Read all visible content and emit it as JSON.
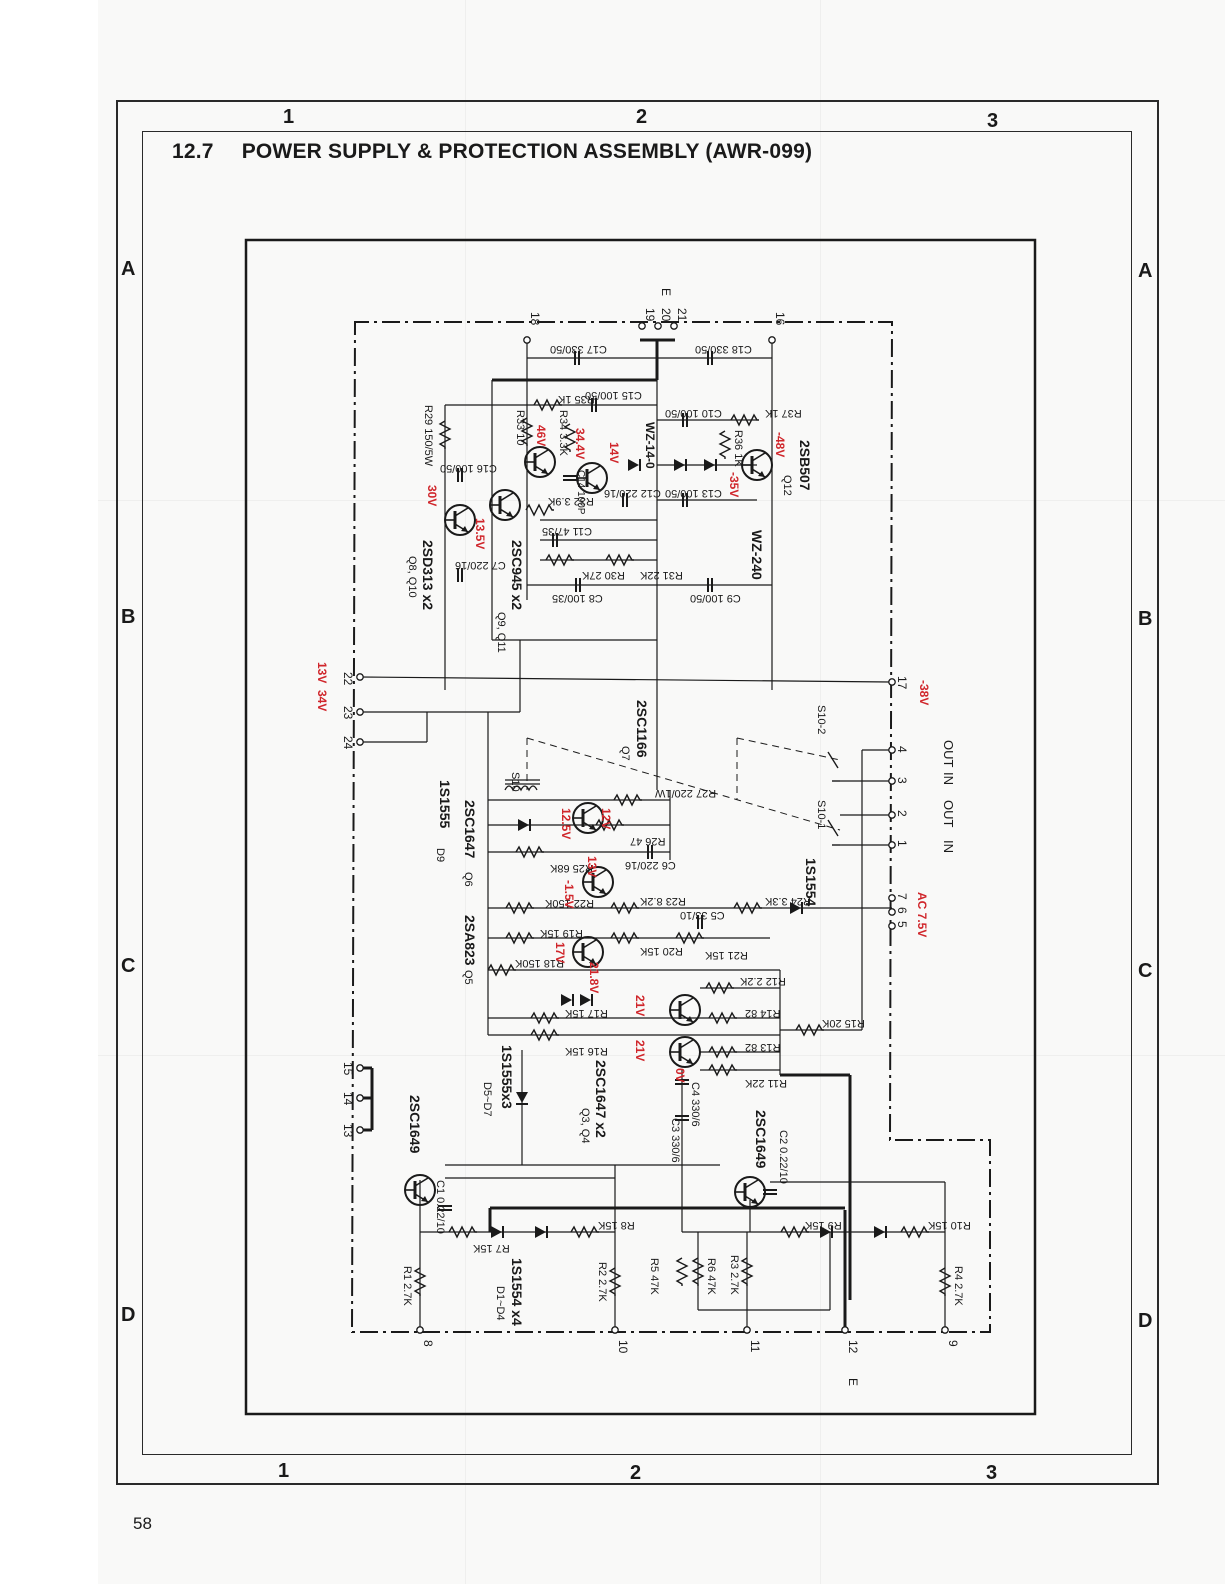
{
  "title": {
    "number": "12.7",
    "text": "POWER SUPPLY & PROTECTION ASSEMBLY (AWR-099)"
  },
  "page_number": "58",
  "grid": {
    "columns": [
      "1",
      "2",
      "3"
    ],
    "rows": [
      "A",
      "B",
      "C",
      "D"
    ]
  },
  "colors": {
    "ink": "#1a1a1a",
    "voltage": "#d0262b"
  },
  "labels": {
    "part_groups": {
      "q8_q10": "Q8, Q10",
      "q8_q10_type": "2SD313 x2",
      "q9_q11": "Q9, Q11",
      "q9_q11_type": "2SC945 x2",
      "q12": "Q12",
      "q12_type": "2SB507",
      "d9": "D9",
      "d9_type": "1S1555",
      "q6": "Q6",
      "q6_type": "2SC1647",
      "q7": "Q7",
      "q7_type": "2SC1166",
      "q5": "Q5",
      "q5_type": "2SA823",
      "d5_d7": "D5~D7",
      "d5_d7_type": "1S1555x3",
      "q3_q4": "Q3, Q4",
      "q3_q4_type": "2SC1647 x2",
      "q1_type": "2SC1649",
      "q2_type": "2SC1649",
      "d1_d4": "D1~D4",
      "d1_d4_type": "1S1554 x4",
      "d8_type": "1S1554",
      "d11_type": "WZ-240",
      "d10_d12_type": "WZ-14-0"
    },
    "components": {
      "c17": "C17 330/50",
      "c18": "C18 330/50",
      "c15": "C15 100/50",
      "c16": "C16 100/50",
      "c10": "C10 100/50",
      "c13": "C13 100/50",
      "c7": "C7 220/16",
      "c8": "C8 100/35",
      "c9": "C9 100/50",
      "c11": "C11 47/35",
      "c12": "C12 220/16",
      "c14": "C14 100P",
      "c6": "C6 220/16",
      "c5": "C5 33/10",
      "c4": "C4 330/6",
      "c3": "C3 330/6",
      "c1": "C1 0.22/10",
      "c2": "C2 0.22/10",
      "r29": "R29 150/5W",
      "r35": "R35 1K",
      "r33": "R33 10",
      "r34": "R34 3.3K",
      "r32": "R32 3.9K",
      "r30": "R30 27K",
      "r31": "R31 22K",
      "r37": "R37 1K",
      "r36": "R36 1K",
      "r27": "R27 220/1W",
      "r26": "R26 47",
      "r25": "R25 68K",
      "r22": "R22 150K",
      "r23": "R23 8.2K",
      "r24": "R24 3.3K",
      "r19": "R19 15K",
      "r20": "R20 15K",
      "r21": "R21 15K",
      "r18": "R18 150K",
      "r17": "R17 15K",
      "r16": "R16 15K",
      "r12": "R12 2.2K",
      "r14": "R14 82",
      "r13": "R13 82",
      "r15": "R15 20K",
      "r11": "R11 22K",
      "r1": "R1 2.7K",
      "r7": "R7 15K",
      "r8": "R8 15K",
      "r2": "R2 2.7K",
      "r5": "R5 47K",
      "r6": "R6 47K",
      "r3": "R3 2.7K",
      "r9": "R9 15K",
      "r10": "R10 15K",
      "r4": "R4 2.7K",
      "s10": "S10",
      "s10_1": "S10-1",
      "s10_2": "S10-2"
    },
    "voltages": {
      "v30": "30V",
      "v13_5": "13.5V",
      "v46": "46V",
      "v34_4": "34.4V",
      "v14": "14V",
      "v_m35": "-35V",
      "v_m48": "-48V",
      "v_m38": "-38V",
      "v34": "34V",
      "v13": "13V",
      "v12_5": "12.5V",
      "v12": "12V",
      "v13b": "13V",
      "v_m1_5": "-1.5V",
      "v17": "17V",
      "v21_8": "21.8V",
      "v21a": "21V",
      "v21b": "21V",
      "v0": "0V",
      "ac7_5": "AC 7.5V"
    },
    "terminals": {
      "t18": "18",
      "t19": "19",
      "t20": "20",
      "t21": "21",
      "tE_top": "E",
      "t16": "16",
      "t22": "22",
      "t23": "23",
      "t24": "24",
      "t17": "17",
      "t4": "4",
      "t3": "3",
      "t2": "2",
      "t1": "1",
      "t7": "7",
      "t6": "6",
      "t5": "5",
      "t15": "15",
      "t14": "14",
      "t13": "13",
      "t8": "8",
      "t10": "10",
      "t11": "11",
      "t12": "12",
      "tE_bottom": "E",
      "t9": "9",
      "out_a": "OUT",
      "in_a": "IN",
      "out_b": "OUT",
      "in_b": "IN"
    }
  }
}
